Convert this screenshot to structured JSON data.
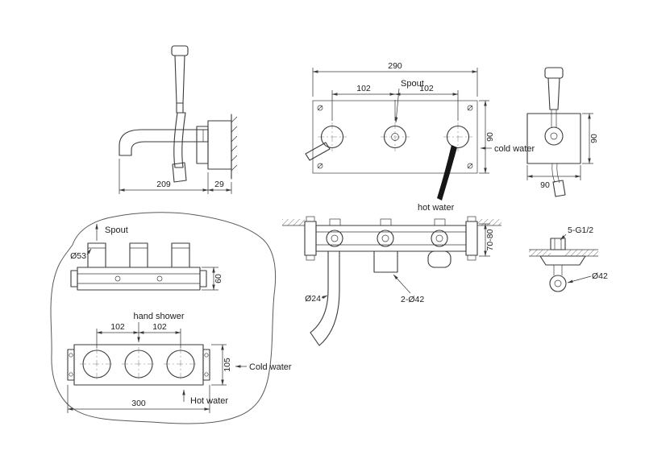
{
  "meta": {
    "background": "#ffffff",
    "line_color": "#3a3a3a",
    "fill_black": "#161616"
  },
  "views": {
    "mixer_side": {
      "dim_reach": "209",
      "dim_trim": "29"
    },
    "trim_front": {
      "dim_width": "290",
      "spout": "Spout",
      "dim_left": "102",
      "dim_right": "102",
      "dim_height": "90",
      "cold": "cold water",
      "hot": "hot water"
    },
    "shower_side": {
      "dim_height": "90",
      "dim_width": "90"
    },
    "roughin_top": {
      "dim_depth": "70-80",
      "dia_pipe": "Ø24",
      "dia_holes": "2-Ø42"
    },
    "valve_detail": {
      "thread": "5-G1/2",
      "dia": "Ø42"
    },
    "roughin_box": {
      "spout": "Spout",
      "dia_spout": "Ø53",
      "dim_body": "60",
      "hand_shower": "hand shower",
      "dim_left": "102",
      "dim_right": "102",
      "dim_height": "105",
      "cold": "Cold water",
      "hot": "Hot water",
      "dim_width": "300"
    }
  }
}
